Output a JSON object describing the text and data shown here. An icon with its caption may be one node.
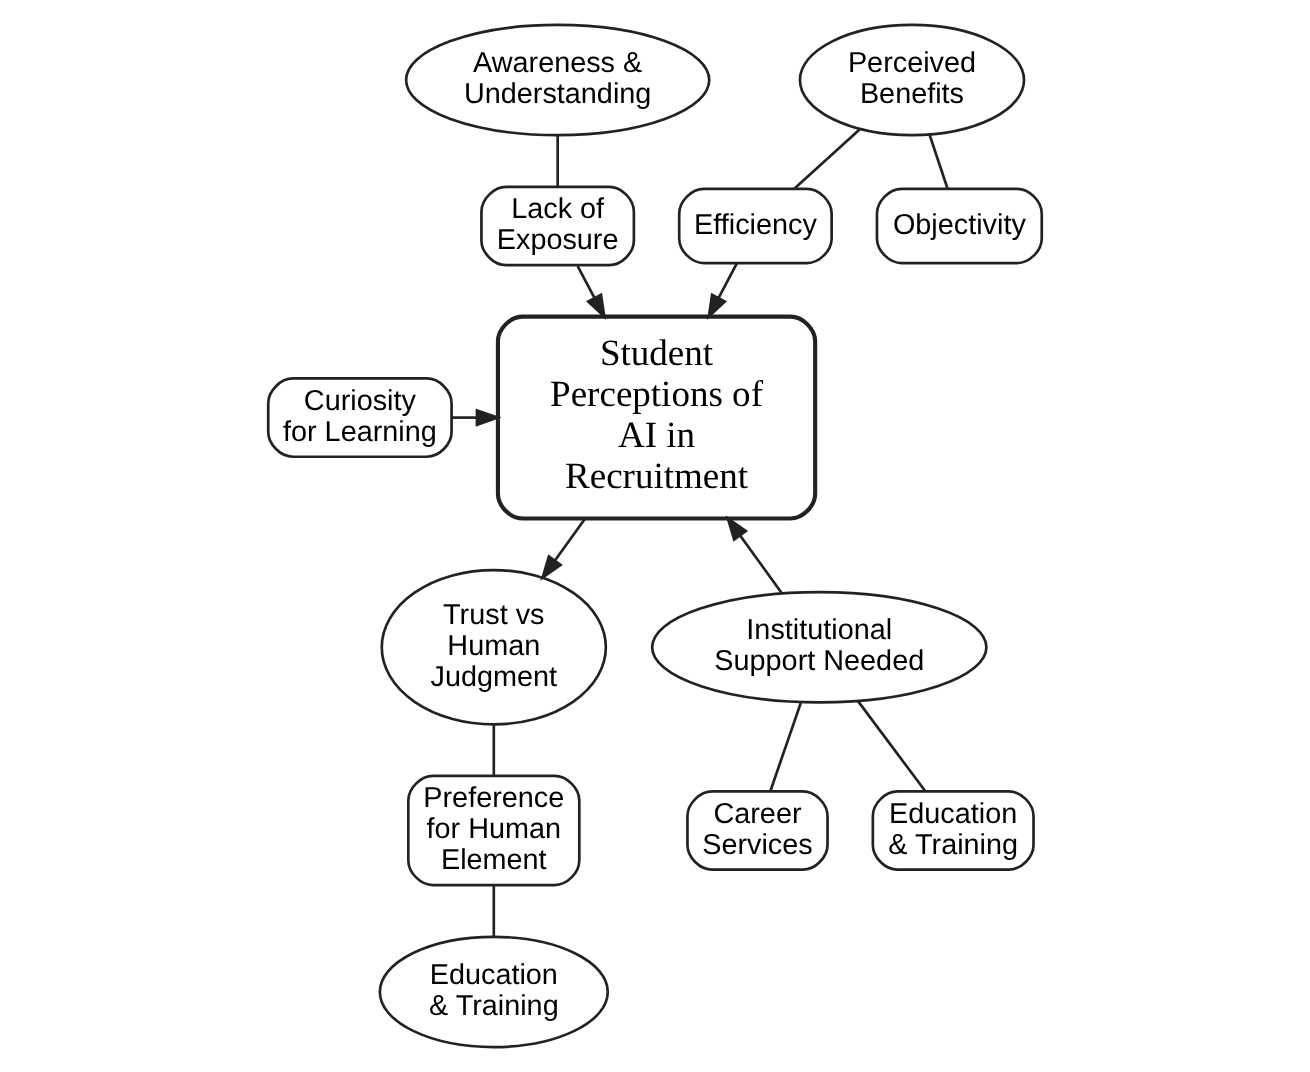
{
  "diagram": {
    "nodes": [
      {
        "text": [
          "Awareness & Understanding"
        ]
      },
      {
        "text": [
          "Lack of Exposure"
        ]
      },
      {
        "text": [
          "Perceived Benefits"
        ]
      },
      {
        "text": [
          "Efficiency"
        ]
      },
      {
        "text": [
          "Objectivity"
        ]
      },
      {
        "text": [
          "Curiosity for Learning"
        ]
      },
      {
        "text": [
          "Student Perceptions of AI in Recruitment"
        ]
      },
      {
        "text": [
          "Institutional Support Needed"
        ]
      },
      {
        "text": [
          "Trust vs Human Judgment"
        ]
      },
      {
        "text": [
          "Career Services"
        ]
      },
      {
        "text": [
          "Education & Training"
        ]
      },
      {
        "text": [
          "Preference for Human Element"
        ]
      },
      {
        "text": [
          "Education & Training"
        ]
      }
    ],
    "edges": [
      {
        "from": 0,
        "to": 1,
        "arrow": "none"
      },
      {
        "from": 1,
        "to": 6,
        "arrow": "to"
      },
      {
        "from": 2,
        "to": 3,
        "arrow": "none"
      },
      {
        "from": 2,
        "to": 4,
        "arrow": "none"
      },
      {
        "from": 3,
        "to": 6,
        "arrow": "to"
      },
      {
        "from": 5,
        "to": 6,
        "arrow": "to"
      },
      {
        "from": 7,
        "to": 6,
        "arrow": "to"
      },
      {
        "from": 6,
        "to": 8,
        "arrow": "to"
      },
      {
        "from": 7,
        "to": 9,
        "arrow": "none"
      },
      {
        "from": 7,
        "to": 10,
        "arrow": "none"
      },
      {
        "from": 8,
        "to": 11,
        "arrow": "none"
      },
      {
        "from": 11,
        "to": 12,
        "arrow": "none"
      }
    ]
  }
}
